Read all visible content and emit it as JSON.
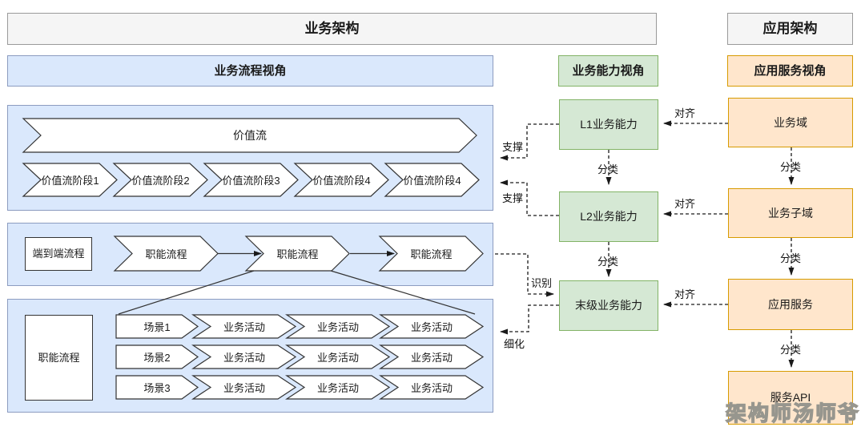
{
  "headers": {
    "business": "业务架构",
    "application": "应用架构"
  },
  "perspectives": {
    "process": "业务流程视角",
    "capability": "业务能力视角",
    "service": "应用服务视角"
  },
  "process_view": {
    "value_stream": {
      "label": "价值流",
      "stages": [
        "价值流阶段1",
        "价值流阶段2",
        "价值流阶段3",
        "价值流阶段4",
        "价值流阶段4"
      ]
    },
    "e2e": {
      "box_label": "端到端流程",
      "flows": [
        "职能流程",
        "职能流程",
        "职能流程"
      ]
    },
    "functional": {
      "box_label": "职能流程",
      "rows": [
        {
          "scene": "场景1",
          "activities": [
            "业务活动",
            "业务活动",
            "业务活动"
          ]
        },
        {
          "scene": "场景2",
          "activities": [
            "业务活动",
            "业务活动",
            "业务活动"
          ]
        },
        {
          "scene": "场景3",
          "activities": [
            "业务活动",
            "业务活动",
            "业务活动"
          ]
        }
      ]
    }
  },
  "capability_view": {
    "l1": "L1业务能力",
    "l2": "L2业务能力",
    "leaf": "末级业务能力"
  },
  "service_view": {
    "domain": "业务域",
    "subdomain": "业务子域",
    "app_service": "应用服务",
    "api": "服务API"
  },
  "relations": {
    "support": "支撑",
    "identify": "识别",
    "refine": "细化",
    "align": "对齐",
    "classify": "分类"
  },
  "watermark": "架构师汤师爷",
  "colors": {
    "blue_fill": "#dae8fc",
    "blue_border": "#8c9cc0",
    "green_fill": "#d5e8d4",
    "green_border": "#82b366",
    "orange_fill": "#ffe6cc",
    "orange_border": "#d79b00",
    "header_fill": "#f5f5f5",
    "header_border": "#9a9a9a"
  }
}
